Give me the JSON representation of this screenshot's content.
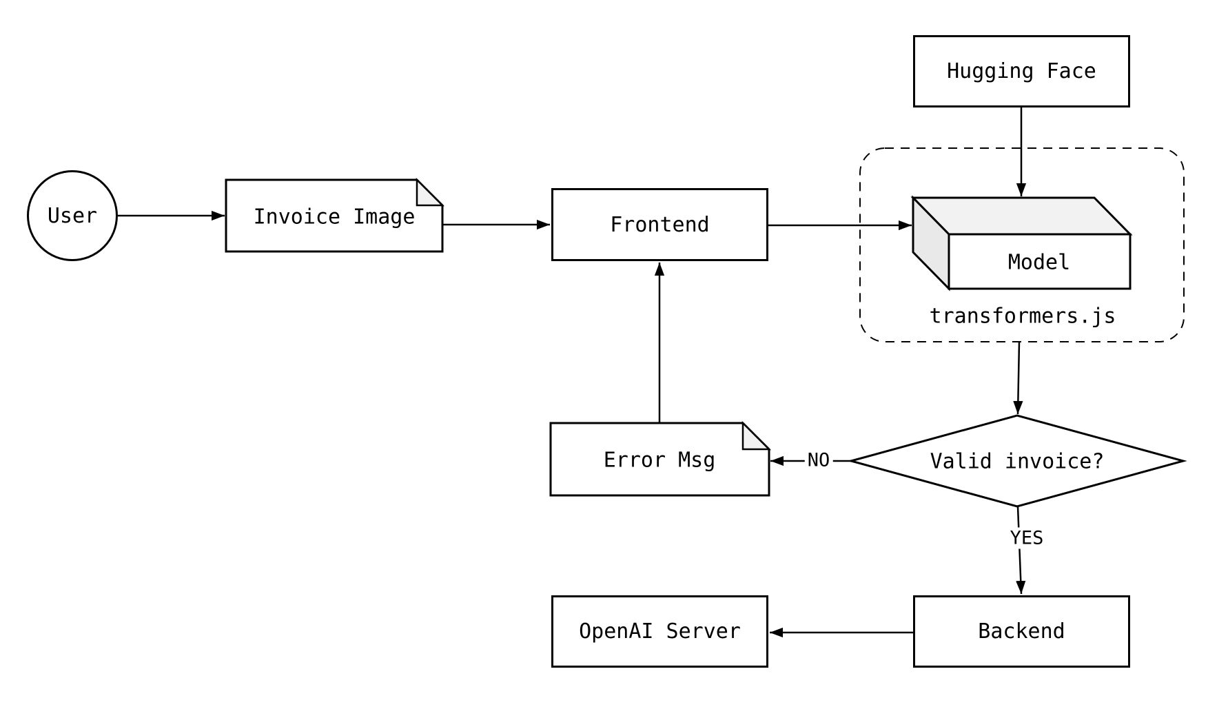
{
  "diagram": {
    "background_color": "#ffffff",
    "line_color": "#000000",
    "shade_top_color": "#f2f2f2",
    "shade_side_color": "#e9e9e9",
    "nodes": {
      "user": {
        "label": "User",
        "shape": "circle"
      },
      "invoice_image": {
        "label": "Invoice Image",
        "shape": "note"
      },
      "frontend": {
        "label": "Frontend",
        "shape": "rect"
      },
      "hugging_face": {
        "label": "Hugging Face",
        "shape": "rect"
      },
      "model": {
        "label": "Model",
        "shape": "box3d"
      },
      "transformers_container": {
        "label": "transformers.js",
        "shape": "dashed-rounded-rect"
      },
      "valid_invoice": {
        "label": "Valid invoice?",
        "shape": "diamond"
      },
      "error_msg": {
        "label": "Error Msg",
        "shape": "note"
      },
      "backend": {
        "label": "Backend",
        "shape": "rect"
      },
      "openai_server": {
        "label": "OpenAI Server",
        "shape": "rect"
      }
    },
    "edge_labels": {
      "no": "NO",
      "yes": "YES"
    },
    "edges": [
      {
        "from": "User",
        "to": "Invoice Image",
        "label": ""
      },
      {
        "from": "Invoice Image",
        "to": "Frontend",
        "label": ""
      },
      {
        "from": "Frontend",
        "to": "Model",
        "label": ""
      },
      {
        "from": "Hugging Face",
        "to": "Model",
        "label": ""
      },
      {
        "from": "transformers.js",
        "to": "Valid invoice?",
        "label": ""
      },
      {
        "from": "Valid invoice?",
        "to": "Error Msg",
        "label": "NO"
      },
      {
        "from": "Error Msg",
        "to": "Frontend",
        "label": ""
      },
      {
        "from": "Valid invoice?",
        "to": "Backend",
        "label": "YES"
      },
      {
        "from": "Backend",
        "to": "OpenAI Server",
        "label": ""
      }
    ]
  }
}
